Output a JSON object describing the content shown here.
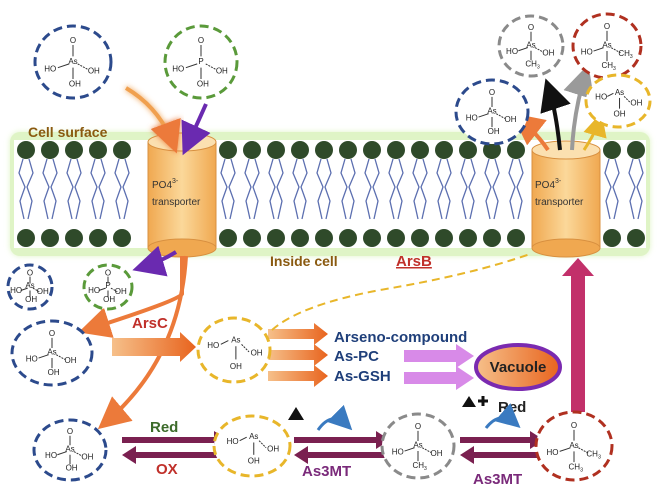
{
  "labels": {
    "cell_surface": "Cell surface",
    "inside_cell": "Inside cell",
    "transporter_left_line1": "PO4",
    "transporter_left_sup": "3-",
    "transporter_left_line2": "transporter",
    "transporter_right_line1": "PO4",
    "transporter_right_sup": "3-",
    "transporter_right_line2": "transporter",
    "arsb": "ArsB",
    "arsc": "ArsC",
    "arseno": "Arseno-compound",
    "aspc": "As-PC",
    "asgsh": "As-GSH",
    "vacuole": "Vacuole",
    "red_left": "Red",
    "ox_left": "OX",
    "as3mt_1": "As3MT",
    "red_right": "Red",
    "as3mt_2": "As3MT"
  },
  "molecule_atoms": {
    "as": "As",
    "p": "P",
    "o": "O",
    "oh": "OH",
    "ho": "HO",
    "ch3": "CH",
    "ch3_sub": "3"
  },
  "colors": {
    "arsenate_ring": "#2c4a8c",
    "phosphate_ring": "#5a9a3a",
    "arsenite_ring": "#e8b62a",
    "mma_ring": "#8a8a8a",
    "dma_ring": "#b03020",
    "membrane_head": "#2f4a2a",
    "glow": "#b6e68a",
    "transporter": "#f5c078",
    "arrow_orange": "#ec7a3a",
    "arrow_purple": "#6a2ab0",
    "arrow_magenta": "#c2306a",
    "arrow_pink": "#d88ae8",
    "arrow_maroon": "#7a2050",
    "arrow_blue": "#3a7ac0"
  },
  "icons": [
    "triangle-icon",
    "plus-icon",
    "curved-arrow-icon"
  ]
}
